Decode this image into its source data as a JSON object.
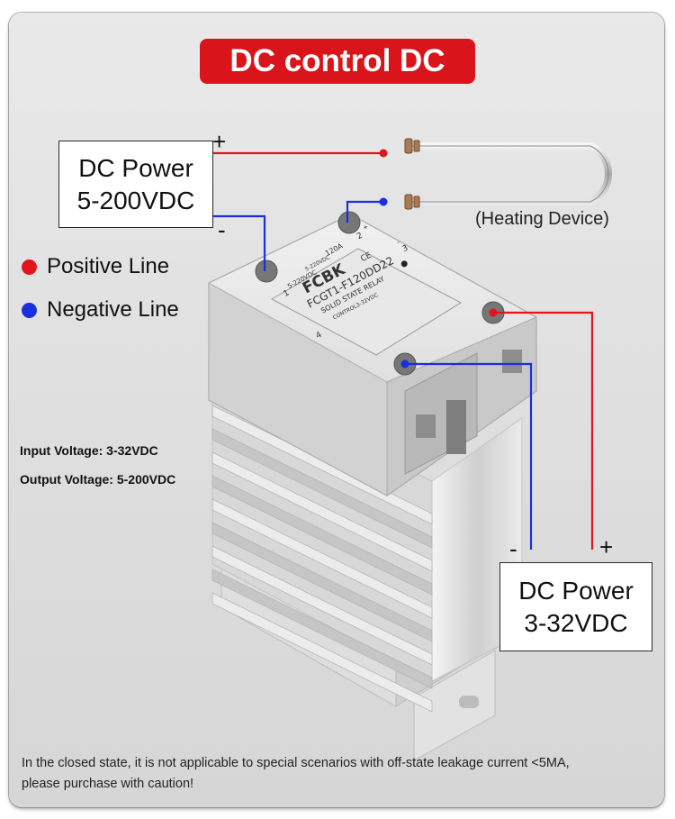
{
  "title": "DC control DC",
  "power_input": {
    "line1": "DC Power",
    "line2": "5-200VDC",
    "plus": "+",
    "minus": "-"
  },
  "power_control": {
    "line1": "DC Power",
    "line2": "3-32VDC",
    "plus": "+",
    "minus": "-"
  },
  "heating_device_label": "(Heating  Device)",
  "legend": [
    {
      "label": "Positive Line",
      "color": "#e0161e"
    },
    {
      "label": "Negative Line",
      "color": "#1a2fe0"
    }
  ],
  "specs": {
    "input_voltage": "Input Voltage: 3-32VDC",
    "output_voltage": "Output Voltage: 5-200VDC"
  },
  "relay": {
    "brand": "FCBK",
    "model": "FCGT1-F120DD22",
    "type": "SOLID STATE RELAY",
    "rating_load": "5-220VDC",
    "rating_current": "120A",
    "rating_sub": "5-220VDC",
    "control": "CONTROL3-32VDC",
    "ce": "CE",
    "terminal_1": "1",
    "terminal_2": "2",
    "terminal_3": "3",
    "terminal_4": "4",
    "sign_plus": "+",
    "sign_minus": "-"
  },
  "note": {
    "line1": "In the closed state, it is not applicable to special scenarios with off-state leakage current <5MA,",
    "line2": "please purchase with caution!"
  },
  "colors": {
    "accent": "#d9141a",
    "positive": "#e0161e",
    "negative": "#1a2fe0"
  }
}
